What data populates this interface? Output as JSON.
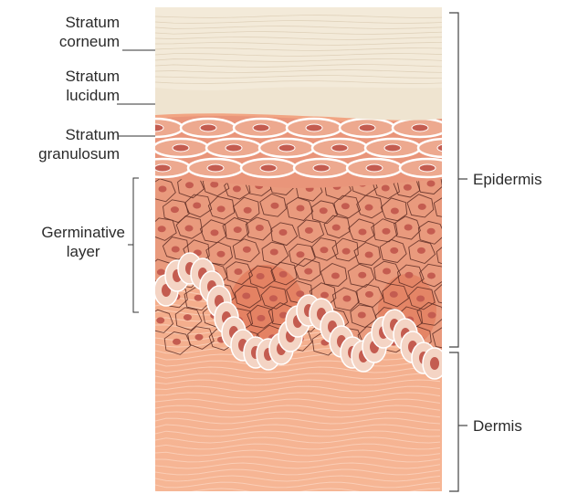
{
  "labels": {
    "stratum_corneum_line1": "Stratum",
    "stratum_corneum_line2": "corneum",
    "stratum_lucidum_line1": "Stratum",
    "stratum_lucidum_line2": "lucidum",
    "stratum_granulosum_line1": "Stratum",
    "stratum_granulosum_line2": "granulosum",
    "germinative_line1": "Germinative",
    "germinative_line2": "layer",
    "epidermis": "Epidermis",
    "dermis": "Dermis"
  },
  "colors": {
    "corneum": "#f3ead9",
    "lucidum": "#efe4d0",
    "granulosum": "#e9957a",
    "granulosum_cell": "#eda98f",
    "germinative": "#e99a7d",
    "germinative_deep": "#e06f4f",
    "cell_line": "#5a2a22",
    "nucleus": "#c45c50",
    "basal_cell": "#f4d4c4",
    "dermis": "#f2a27f",
    "dermis_fiber": "#fbd6c2",
    "bracket": "#444444"
  }
}
